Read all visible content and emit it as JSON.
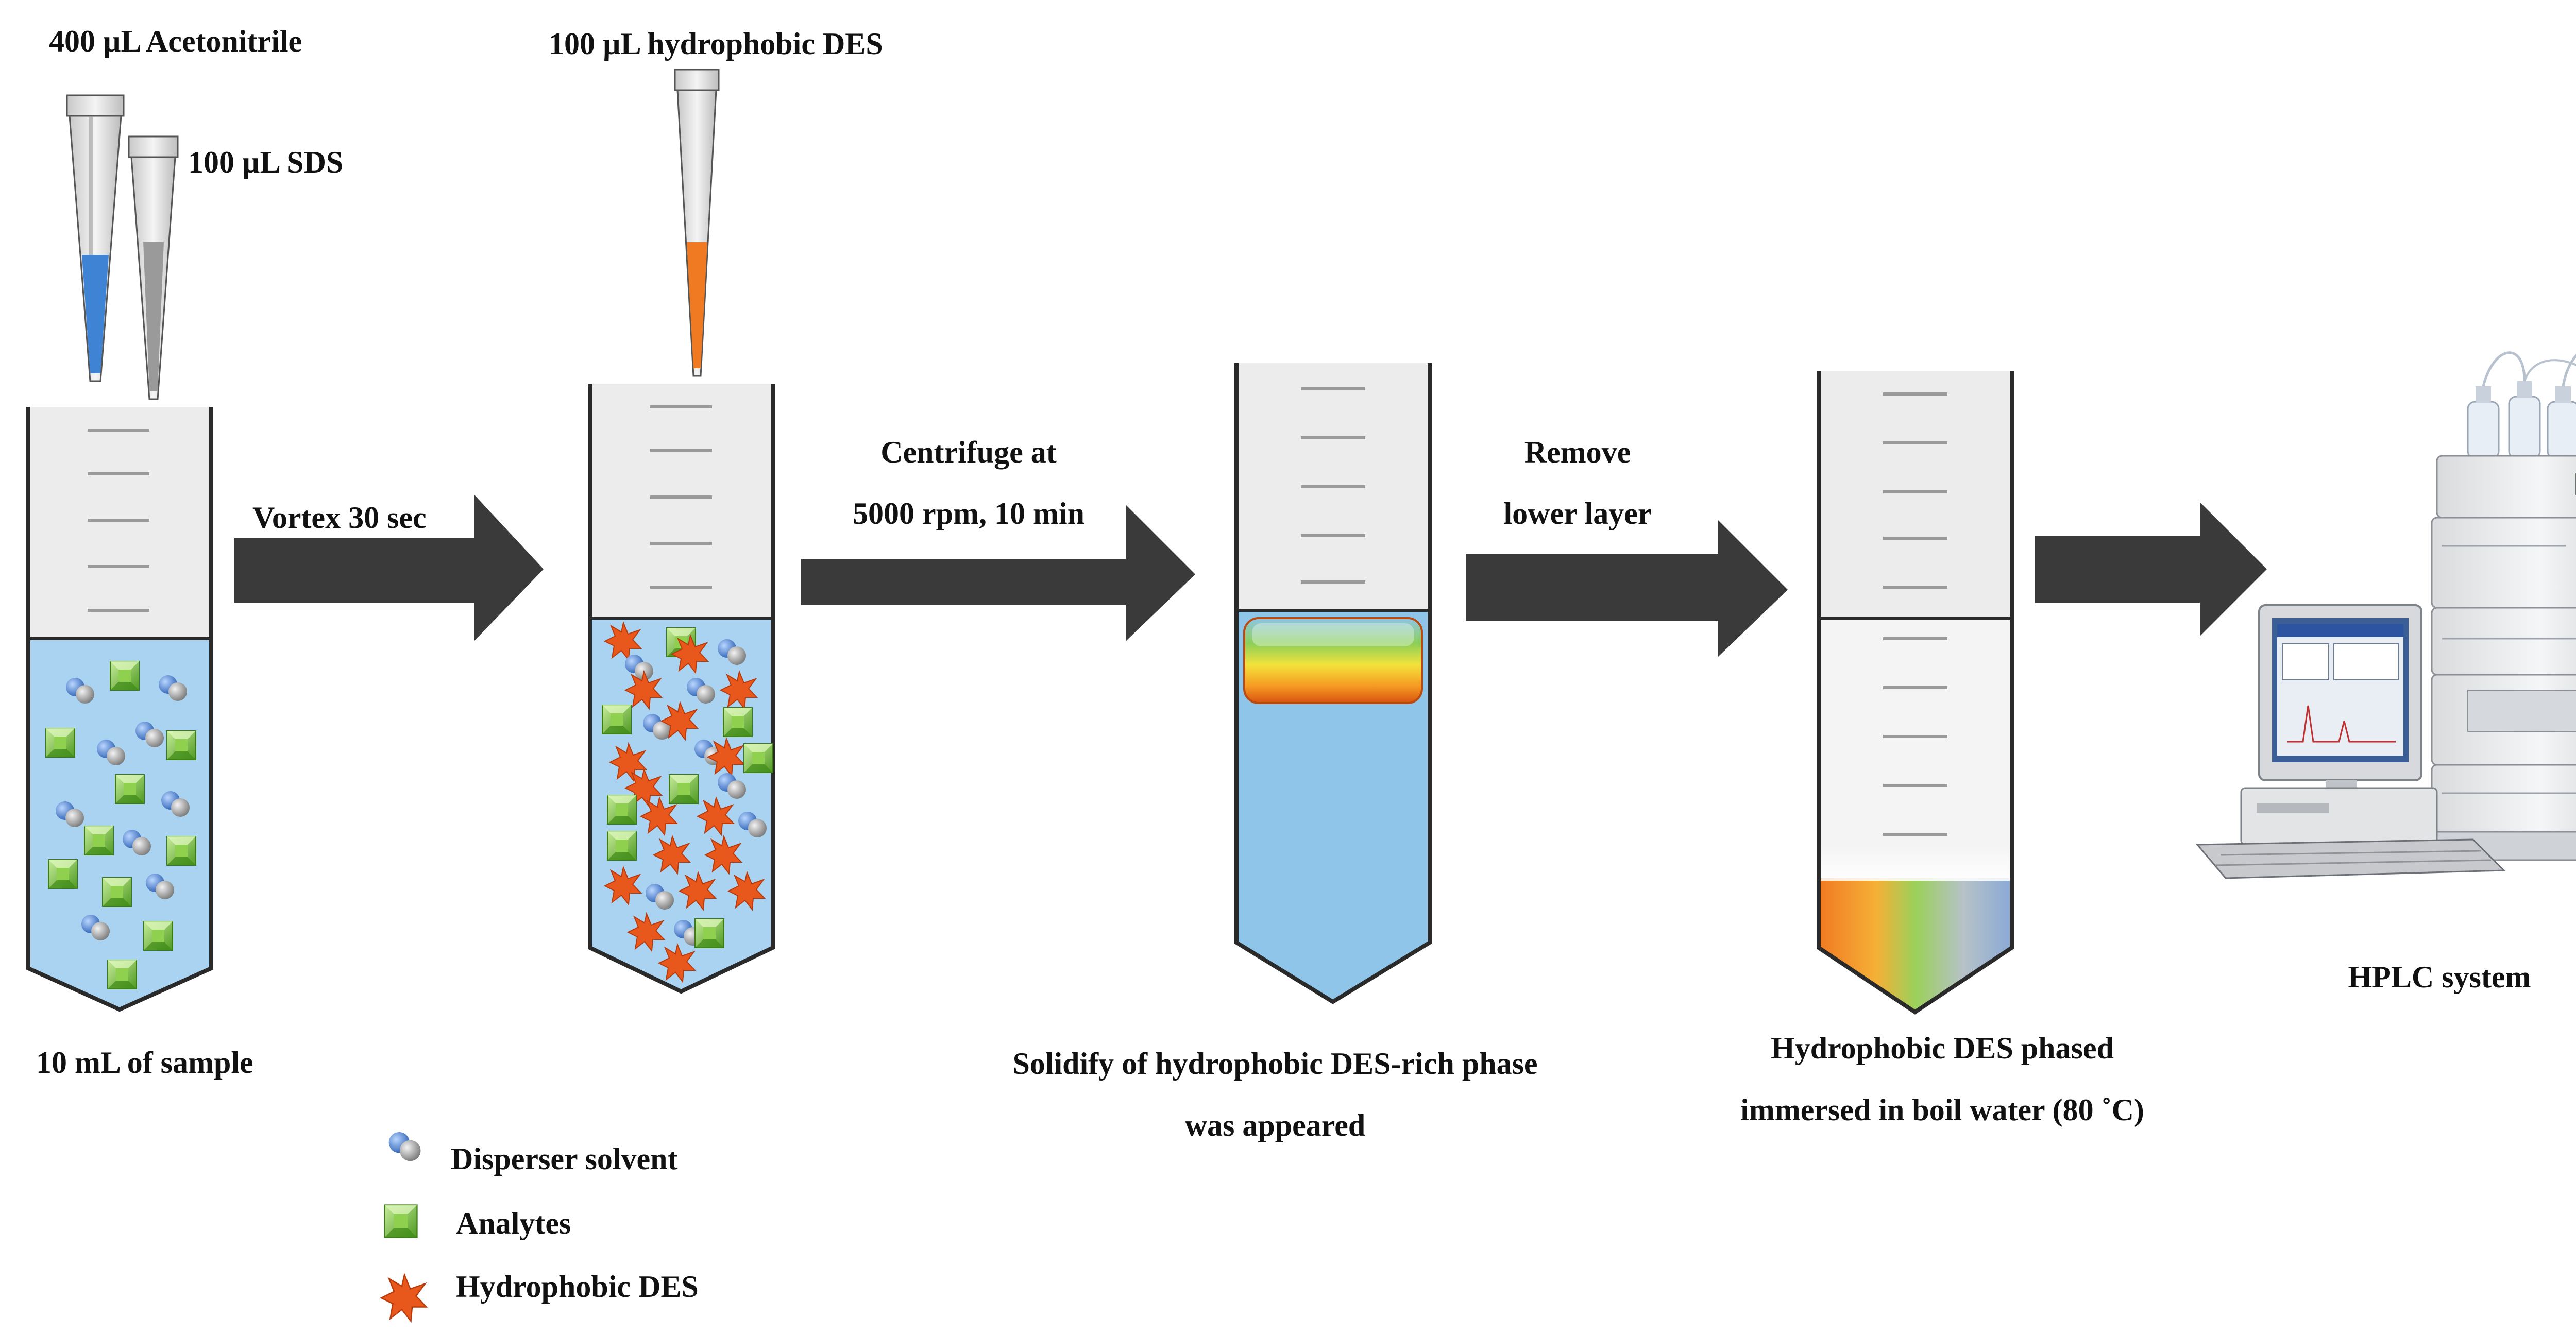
{
  "colors": {
    "arrow": "#3a3a3a",
    "tube_outline": "#2a2a2a",
    "tube_empty": "#ececec",
    "sample_liquid": "#a9d3f0",
    "aqueous_phase": "#8ec5e8",
    "disperser": "#6f8fc4",
    "analyte": "#7cc142",
    "des": "#e8581c",
    "acetonitrile": "#3f84d4",
    "sds": "#9a9a9a"
  },
  "reagents": {
    "acetonitrile": "400 µL Acetonitrile",
    "sds": "100 µL SDS",
    "des": "100 µL hydrophobic DES"
  },
  "steps": {
    "vortex": "Vortex 30 sec",
    "centrifuge_line1": "Centrifuge at",
    "centrifuge_line2": "5000 rpm, 10 min",
    "remove_line1": "Remove",
    "remove_line2": "lower layer"
  },
  "captions": {
    "sample": "10 mL of sample",
    "solidify_line1": "Solidify of hydrophobic DES-rich phase",
    "solidify_line2": "was appeared",
    "immersed_line1": "Hydrophobic DES phased",
    "immersed_line2": "immersed in boil water (80 ˚C)",
    "hplc": "HPLC system"
  },
  "legend": {
    "items": [
      {
        "icon": "disperser-solvent-icon",
        "label": "Disperser solvent"
      },
      {
        "icon": "analyte-icon",
        "label": "Analytes"
      },
      {
        "icon": "hydrophobic-des-icon",
        "label": "Hydrophobic DES"
      }
    ]
  }
}
